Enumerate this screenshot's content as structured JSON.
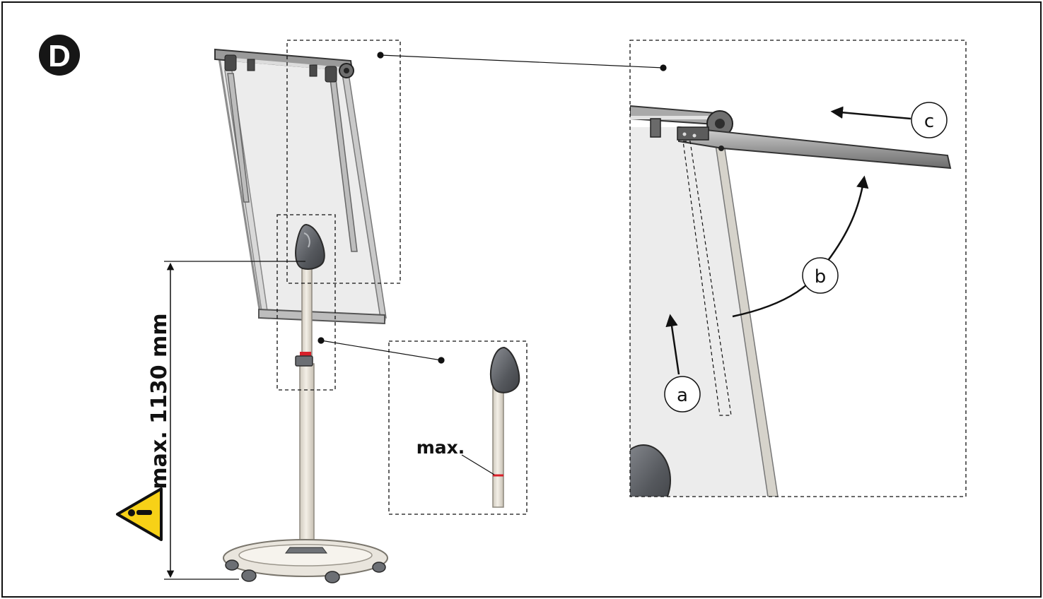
{
  "step_badge": "D",
  "height_label": "max. 1130 mm",
  "max_marker_label": "max.",
  "warning_icon": "warning-triangle-icon",
  "callouts": {
    "a": "a",
    "b": "b",
    "c": "c"
  },
  "colors": {
    "ink": "#111111",
    "board": "#e9e9e9",
    "frame_metal": "#b9b9b9",
    "dark_plastic": "#5e6166",
    "pole": "#e7e2d8",
    "marker_red": "#d8202a",
    "warning_yellow": "#f7d117"
  }
}
